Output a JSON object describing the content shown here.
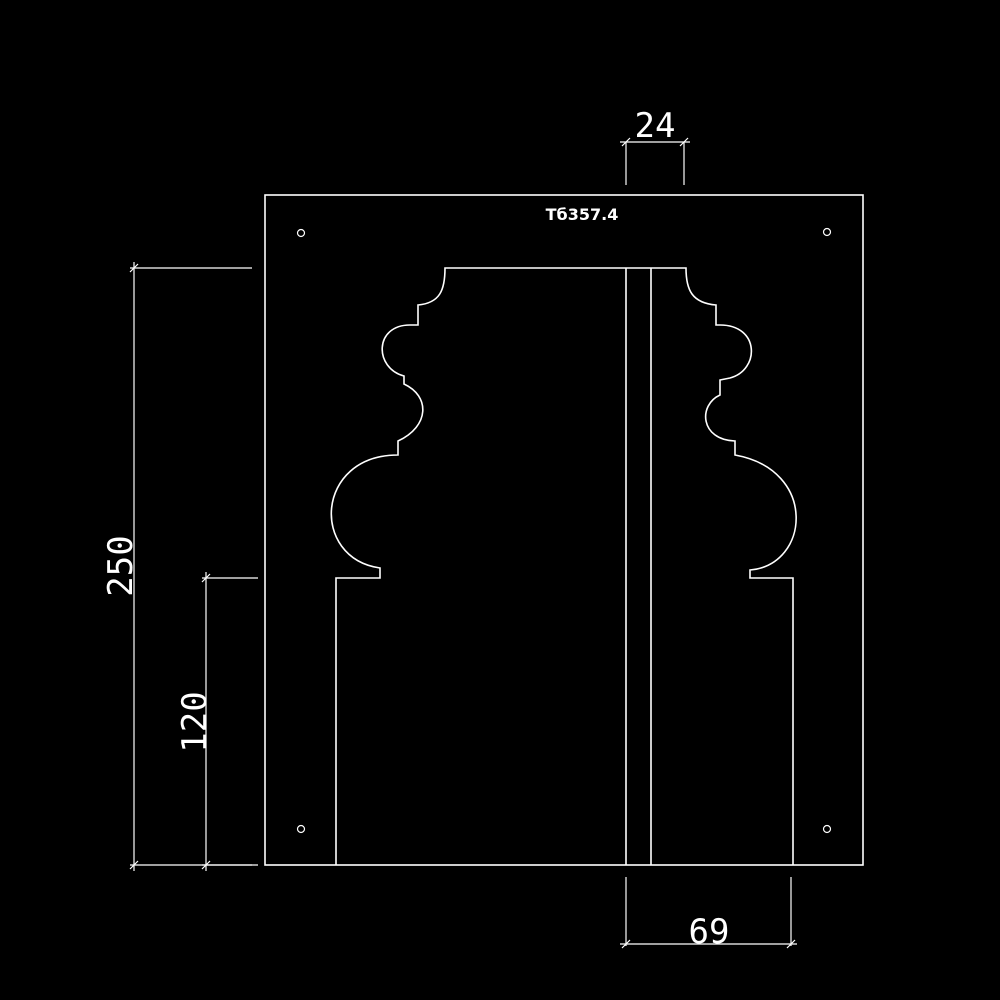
{
  "drawing": {
    "part_code": "Тб357.4",
    "dimensions": {
      "top_width": "24",
      "bottom_width": "69",
      "total_height": "250",
      "lower_height": "120"
    }
  },
  "colors": {
    "background": "#000000",
    "line": "#ffffff"
  }
}
